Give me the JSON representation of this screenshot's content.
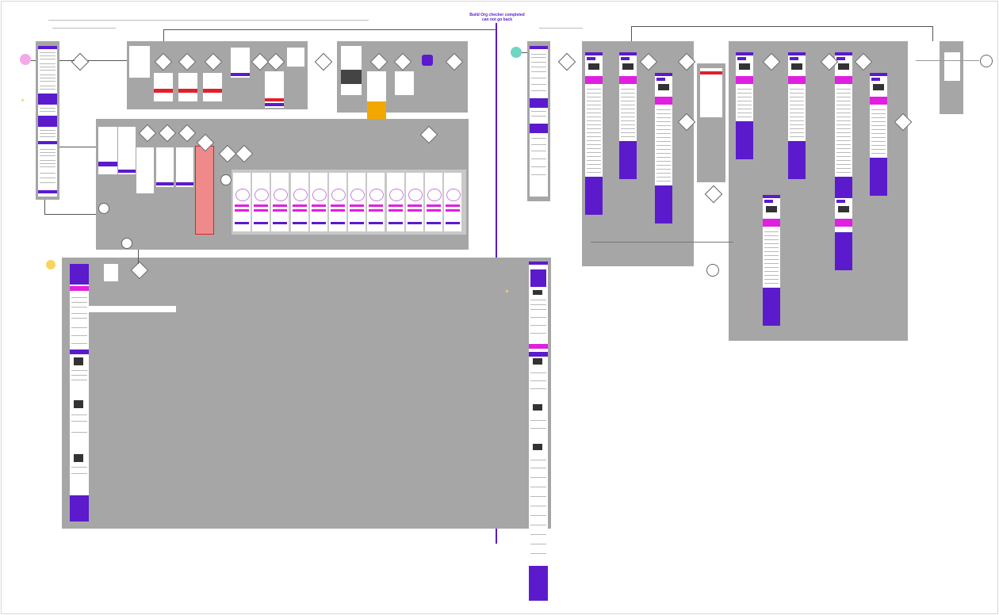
{
  "caption": {
    "line1": "Build Org checker completed",
    "line2": "can not go back"
  },
  "colors": {
    "panel": "#a6a6a6",
    "brand_purple": "#5b1bcc",
    "magenta": "#e020e0",
    "red": "#e0202a",
    "pink_start": "#f5a8e8",
    "teal_start": "#6fd6c6",
    "yellow_node": "#f6d560",
    "orange_note": "#f2a800"
  },
  "nodes": {
    "start_left": "start-node",
    "start_right": "start-node",
    "start_bottom": "start-node"
  }
}
